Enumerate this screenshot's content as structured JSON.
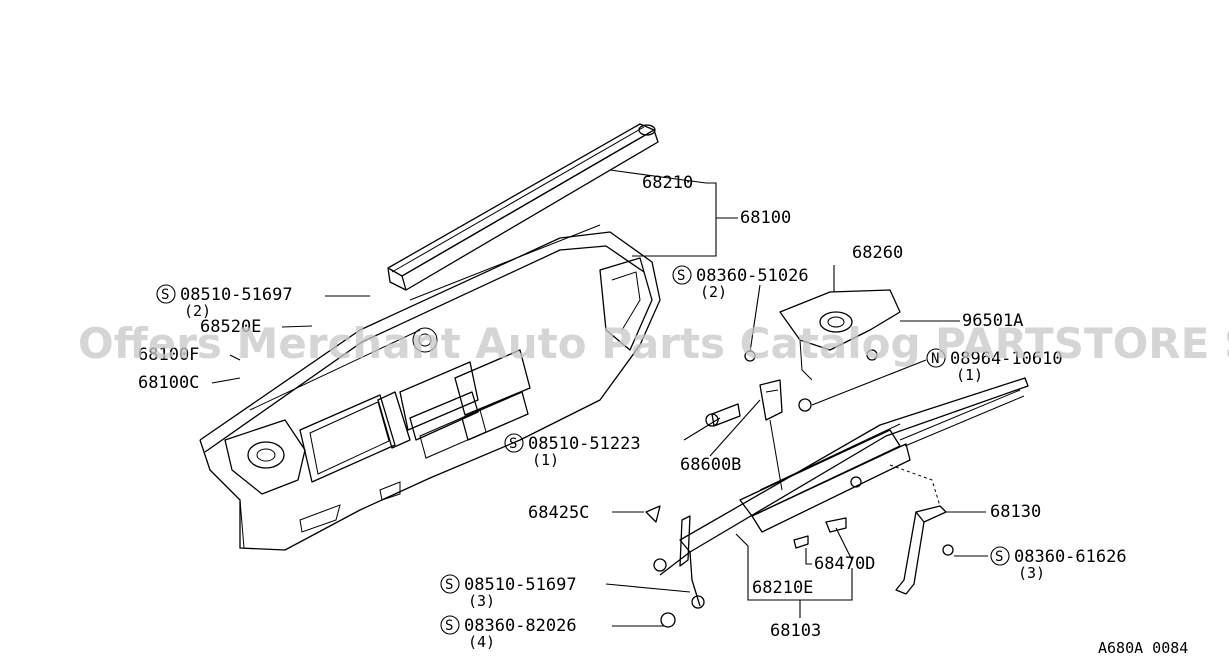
{
  "labels": {
    "p68210": "68210",
    "p68100": "68100",
    "p68260": "68260",
    "s08360_51026": "08360-51026",
    "s08360_51026_qty": "(2)",
    "p96501a": "96501A",
    "n08964_10610": "08964-10610",
    "n08964_10610_qty": "(1)",
    "s08510_51697_top": "08510-51697",
    "s08510_51697_top_qty": "(2)",
    "p68520e": "68520E",
    "p68100f": "68100F",
    "p68100c": "68100C",
    "s08510_51223": "08510-51223",
    "s08510_51223_qty": "(1)",
    "p68600b": "68600B",
    "p68425c": "68425C",
    "p68130": "68130",
    "s08360_61626": "08360-61626",
    "s08360_61626_qty": "(3)",
    "p68470d": "68470D",
    "p68210e": "68210E",
    "s08510_51697_bot": "08510-51697",
    "s08510_51697_bot_qty": "(3)",
    "s08360_82026": "08360-82026",
    "s08360_82026_qty": "(4)",
    "p68103": "68103"
  },
  "symbols": {
    "screw": "S",
    "nut": "N"
  },
  "watermark": "Offers Merchant Auto Parts Catalog PARTSTORE SA",
  "reference": "A680A 0084"
}
